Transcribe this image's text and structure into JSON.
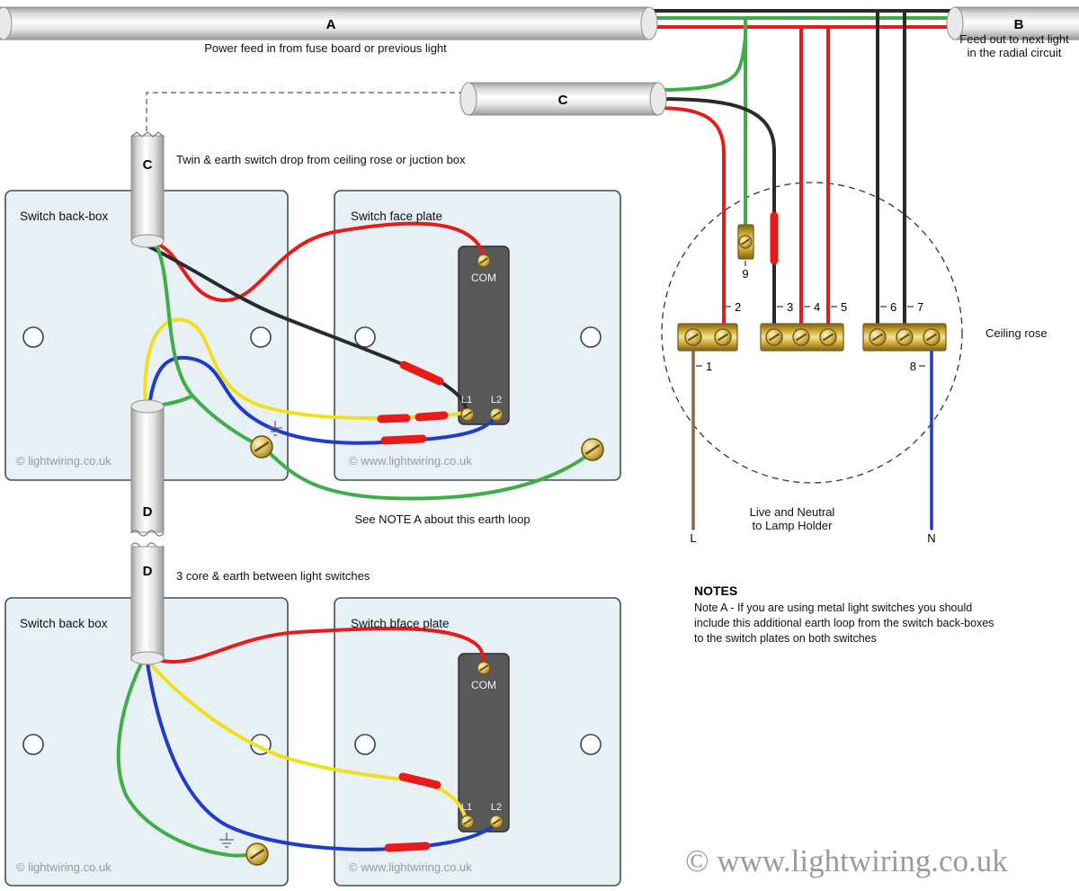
{
  "colors": {
    "wire_red": "#e81a1a",
    "wire_black": "#2a2a2a",
    "wire_green": "#3fae49",
    "wire_yellow": "#f0df1e",
    "wire_blue": "#1f3bc8",
    "wire_brown": "#8a6a45",
    "sleeve_red": "#e81a1a",
    "brass": "#d4af37",
    "box_fill": "#e7f0f5",
    "cable_gray": "#d9d9d9"
  },
  "cables": {
    "a": {
      "label": "A",
      "caption": "Power feed in from fuse board or previous light"
    },
    "b": {
      "label": "B",
      "caption1": "Feed out to next light",
      "caption2": "in the radial circuit"
    },
    "c": {
      "label": "C"
    },
    "c_drop": {
      "label": "C",
      "caption": "Twin & earth switch drop from ceiling rose or juction box"
    },
    "d_upper": {
      "label": "D"
    },
    "d_lower": {
      "label": "D",
      "caption": "3 core & earth between light switches"
    }
  },
  "switch1": {
    "backbox_title": "Switch back-box",
    "faceplate_title": "Switch face plate",
    "com": "COM",
    "l1": "L1",
    "l2": "L2",
    "backbox_watermark": "© lightwiring.co.uk",
    "faceplate_watermark": "© www.lightwiring.co.uk",
    "earth_note": "See NOTE A about this earth loop"
  },
  "switch2": {
    "backbox_title": "Switch back box",
    "faceplate_title": "Switch bface plate",
    "com": "COM",
    "l1": "L1",
    "l2": "L2",
    "backbox_watermark": "© lightwiring.co.uk",
    "faceplate_watermark": "© www.lightwiring.co.uk"
  },
  "rose": {
    "label": "Ceiling rose",
    "terminals": [
      "1",
      "2",
      "3",
      "4",
      "5",
      "6",
      "7",
      "8",
      "9"
    ],
    "lamp1": "Live and Neutral",
    "lamp2": "to Lamp Holder",
    "live": "L",
    "neutral": "N"
  },
  "notes": {
    "title": "NOTES",
    "line1": "Note A - If you are using metal light switches you should",
    "line2": "include this additional earth loop from the switch back-boxes",
    "line3": "to the switch plates on both switches"
  },
  "watermark_large": "© www.lightwiring.co.uk"
}
